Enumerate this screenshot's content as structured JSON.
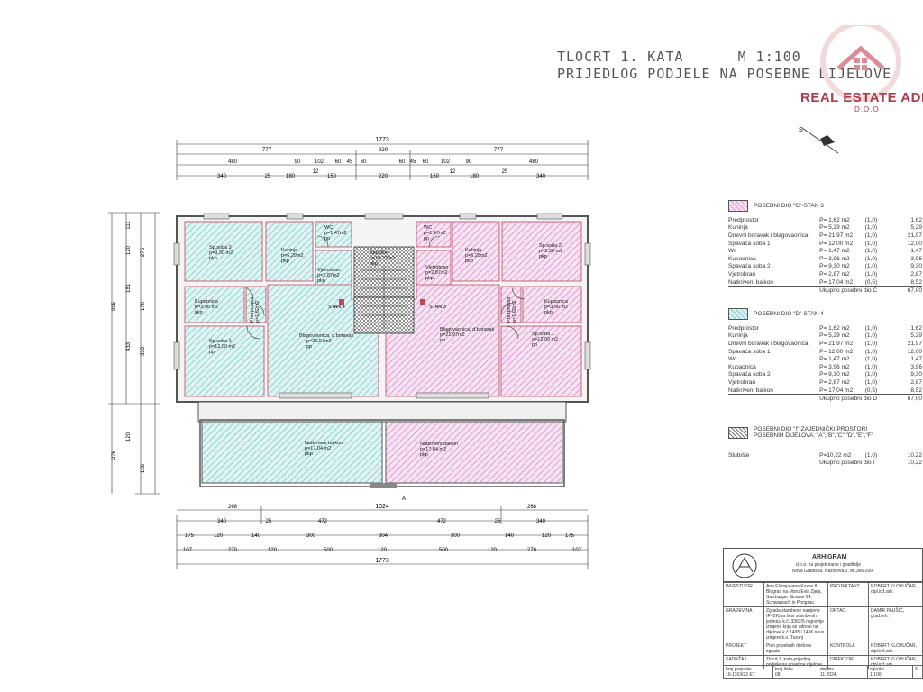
{
  "title": {
    "line1_left": "TLOCRT 1. KATA",
    "line1_right": "M 1:100",
    "line2": "PRIJEDLOG PODJELE NA POSEBNE DIJELOVE"
  },
  "logo": {
    "text": "REAL ESTATE ADRIA",
    "sub": "D.O.O",
    "color": "#b03a4a"
  },
  "colors": {
    "stan3": "#d77fc9",
    "stan4": "#6fc4c4",
    "zajednicki": "#555555",
    "walls": "#c0475a"
  },
  "north_label": "S",
  "dimensions": {
    "top_total": "1773",
    "top_row2": [
      "777",
      "220",
      "777"
    ],
    "top_row3": [
      "480",
      "90",
      "102",
      "60",
      "45",
      "60",
      "60",
      "45",
      "60",
      "102",
      "90",
      "480"
    ],
    "top_row4": [
      "340",
      "25",
      "180",
      "12",
      "150",
      "220",
      "150",
      "12",
      "180",
      "25",
      "340"
    ],
    "left_total": "905",
    "left_row": [
      "111",
      "120",
      "275",
      "181",
      "170",
      "353",
      "433",
      "120",
      "276",
      "156"
    ],
    "bottom_mid": "1024",
    "bottom_row1": [
      "268",
      "268"
    ],
    "bottom_row2": [
      "340",
      "25",
      "472",
      "472",
      "25",
      "340"
    ],
    "bottom_row3": [
      "175",
      "120",
      "140",
      "300",
      "304",
      "300",
      "140",
      "120",
      "175"
    ],
    "bottom_row4": [
      "107",
      "270",
      "120",
      "500",
      "120",
      "500",
      "120",
      "270",
      "107"
    ],
    "bottom_total": "1773",
    "section_mark": "A"
  },
  "rooms": [
    {
      "name": "Sp.soba 2",
      "area": "p=9,30 m2",
      "flag": "pkp"
    },
    {
      "name": "Kuhinja",
      "area": "p=5,29m2",
      "flag": "pkp"
    },
    {
      "name": "WC",
      "area": "p=1,47m2",
      "flag": "pp"
    },
    {
      "name": "Vjetrobran",
      "area": "p=2,87m2",
      "flag": "pkp"
    },
    {
      "name": "Stubište",
      "area": "p=10,22m2",
      "flag": "pkp"
    },
    {
      "name": "WC",
      "area": "p=1,47m2",
      "flag": "pp"
    },
    {
      "name": "Kuhinja",
      "area": "p=5,29m2",
      "flag": "pkp"
    },
    {
      "name": "Sp.soba 2",
      "area": "p=9,30 m2",
      "flag": "pkp"
    },
    {
      "name": "Vjetrobran",
      "area": "p=2,87m2",
      "flag": "pkp"
    },
    {
      "name": "Kupaonica",
      "area": "p=3,96 m2",
      "flag": "pkp"
    },
    {
      "name": "Predprostor",
      "area": "p=1,62m2",
      "flag": "pp"
    },
    {
      "name": "Blagovaonica, d.boravak",
      "area": "p=21,97m2",
      "flag": "pp"
    },
    {
      "name": "Blagovaonica, d.boravak",
      "area": "p=21,97m2",
      "flag": "pp"
    },
    {
      "name": "Predprostor",
      "area": "p=1,62m2",
      "flag": "pp"
    },
    {
      "name": "Kupaonica",
      "area": "p=3,96 m2",
      "flag": "pkp"
    },
    {
      "name": "Sp.soba 1",
      "area": "p=12,00 m2",
      "flag": "pp"
    },
    {
      "name": "Sp.soba 1",
      "area": "p=12,00 m2",
      "flag": "pp"
    },
    {
      "name": "Natkriveni balkon",
      "area": "p=17,04 m2",
      "flag": "pkp"
    },
    {
      "name": "Natkriveni balkon",
      "area": "p=17,04 m2",
      "flag": "pkp"
    }
  ],
  "stan_labels": [
    "STAN 4",
    "STAN 3"
  ],
  "legend_c": {
    "header": "POSEBNI DIO \"C\"-STAN 3",
    "rows": [
      {
        "name": "Predprostor",
        "p": "P= 1,62 m2",
        "k": "(1,0)",
        "v": "1,62"
      },
      {
        "name": "Kuhinja",
        "p": "P= 5,29 m2",
        "k": "(1,0)",
        "v": "5,29"
      },
      {
        "name": "Dnevni boravak i blagovaonica",
        "p": "P= 21,97 m2",
        "k": "(1,0)",
        "v": "21,97"
      },
      {
        "name": "Spavaća soba 1",
        "p": "P= 12,00 m2",
        "k": "(1,0)",
        "v": "12,00"
      },
      {
        "name": "Wc",
        "p": "P= 1,47 m2",
        "k": "(1,0)",
        "v": "1,47"
      },
      {
        "name": "Kupaonica",
        "p": "P= 3,96 m2",
        "k": "(1,0)",
        "v": "3,96"
      },
      {
        "name": "Spavaća soba 2",
        "p": "P= 9,30 m2",
        "k": "(1,0)",
        "v": "9,30"
      },
      {
        "name": "Vjetrobran",
        "p": "P= 2,87 m2",
        "k": "(1,0)",
        "v": "2,87"
      },
      {
        "name": "Natkriveni balkon",
        "p": "P= 17,04 m2",
        "k": "(0,5)",
        "v": "8,52"
      }
    ],
    "total_label": "Ukupno posebni dio C",
    "total_value": "67,00"
  },
  "legend_d": {
    "header": "POSEBNI DIO \"D\"-STAN 4",
    "rows": [
      {
        "name": "Predprostor",
        "p": "P= 1,62 m2",
        "k": "(1,0)",
        "v": "1,62"
      },
      {
        "name": "Kuhinja",
        "p": "P= 5,29 m2",
        "k": "(1,0)",
        "v": "5,29"
      },
      {
        "name": "Dnevni boravak i blagovaonica",
        "p": "P= 21,97 m2",
        "k": "(1,0)",
        "v": "21,97"
      },
      {
        "name": "Spavaća soba 1",
        "p": "P= 12,00 m2",
        "k": "(1,0)",
        "v": "12,00"
      },
      {
        "name": "Wc",
        "p": "P= 1,47 m2",
        "k": "(1,0)",
        "v": "1,47"
      },
      {
        "name": "Kupaonica",
        "p": "P= 3,96 m2",
        "k": "(1,0)",
        "v": "3,96"
      },
      {
        "name": "Spavaća soba 2",
        "p": "P= 9,30 m2",
        "k": "(1,0)",
        "v": "9,30"
      },
      {
        "name": "Vjetrobran",
        "p": "P= 2,87 m2",
        "k": "(1,0)",
        "v": "2,87"
      },
      {
        "name": "Natkriveni balkon",
        "p": "P= 17,04 m2",
        "k": "(0,5)",
        "v": "8,52"
      }
    ],
    "total_label": "Ukupno posebni dio D",
    "total_value": "67,00"
  },
  "legend_i": {
    "header1": "POSEBNI DIO \"I\"-ZAJEDNIČKI PROSTORI",
    "header2": "POSEBNIH DIJELOVA: \"A\",\"B\",\"C\",\"D\",\"E\",\"F\"",
    "rows": [
      {
        "name": "Stubište",
        "p": "P=10,22 m2",
        "k": "(1,0)",
        "v": "10,22"
      }
    ],
    "total_label": "Ukupno posebni dio I",
    "total_value": "10,22"
  },
  "titleblock": {
    "firm": "ARHIGRAM",
    "firm_sub": "d.o.o. za projektiranje i graditelje",
    "firm_addr": "Nova Gradiška, Nazorova 2, tel.366-200",
    "investitor_label": "INVESTITOR",
    "investitor_value": "Ana Elikinjavana Kozas 8 Blograd na Moru,Evla Zjeja, Salzburger Strasse 24, Schwarzach in Pongrau",
    "projektant_label": "PROJEKTANT",
    "projektant_value": "ROBERT KLOBUČAR, dipl.inž.arh.",
    "gradjevina_label": "GRAĐEVINA",
    "gradjevina_value": "Zgrada stambene namjene (P+2K)sa šest stambenih jedinica k.č. 3362/5 najnovije izmjene koja se odnosi na dijelove k.č.1495 i 1496 nova izmjere k.o. Turanj",
    "ortao_label": "ORTAO.",
    "ortao_value": "DAMIR PAUŠIĆ, građ.teh.",
    "projekt_label": "PROJEKT",
    "projekt_value": "Plan posebnih dijelova zgrade",
    "kontrola_label": "KONTROLA",
    "kontrola_value": "ROBERT KLOBUČAR, dipl.inž.arh.",
    "sadrzaj_label": "SADRŽAJ",
    "sadrzaj_value": "Tlocrt 1. kata-prijedlog podjele na posebne dijelove",
    "direktor_label": "DIREKTOR",
    "direktor_value": "ROBERT KLOBUČAR, dipl.inž.arh.",
    "broj_projekta_label": "broj projekta:",
    "broj_projekta_value": "10-1163/23 ET",
    "broj_lista_label": "broj lista:",
    "broj_lista_value": "08",
    "datum_label": "datum:",
    "datum_value": "11.2024.",
    "mjerilo_label": "mjerilo:",
    "mjerilo_value": "1:100",
    "list_value": "0"
  }
}
